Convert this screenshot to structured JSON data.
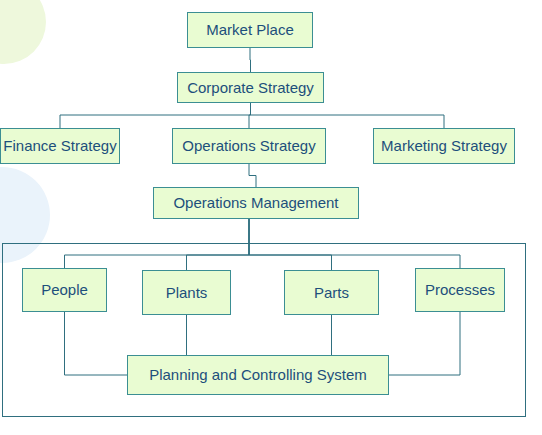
{
  "diagram": {
    "nodes": [
      {
        "text": [
          "Market Place"
        ]
      },
      {
        "text": [
          "Corporate Strategy"
        ]
      },
      {
        "text": [
          "Finance Strategy"
        ]
      },
      {
        "text": [
          "Operations Strategy"
        ]
      },
      {
        "text": [
          "Marketing Strategy"
        ]
      },
      {
        "text": [
          "Operations Management"
        ]
      },
      {
        "text": [
          "People"
        ]
      },
      {
        "text": [
          "Plants"
        ]
      },
      {
        "text": [
          "Parts"
        ]
      },
      {
        "text": [
          "Processes"
        ]
      },
      {
        "text": [
          "Planning and Controlling System"
        ]
      }
    ],
    "edges": [
      {
        "from": 0,
        "to": 1,
        "arrow": "none"
      },
      {
        "from": 1,
        "to": 2,
        "arrow": "none"
      },
      {
        "from": 1,
        "to": 3,
        "arrow": "none"
      },
      {
        "from": 1,
        "to": 4,
        "arrow": "none"
      },
      {
        "from": 3,
        "to": 5,
        "arrow": "none"
      },
      {
        "from": 5,
        "to": 6,
        "arrow": "none"
      },
      {
        "from": 5,
        "to": 7,
        "arrow": "none"
      },
      {
        "from": 5,
        "to": 8,
        "arrow": "none"
      },
      {
        "from": 5,
        "to": 9,
        "arrow": "none"
      },
      {
        "from": 6,
        "to": 10,
        "arrow": "none"
      },
      {
        "from": 7,
        "to": 10,
        "arrow": "none"
      },
      {
        "from": 8,
        "to": 10,
        "arrow": "none"
      },
      {
        "from": 9,
        "to": 10,
        "arrow": "none"
      }
    ]
  }
}
